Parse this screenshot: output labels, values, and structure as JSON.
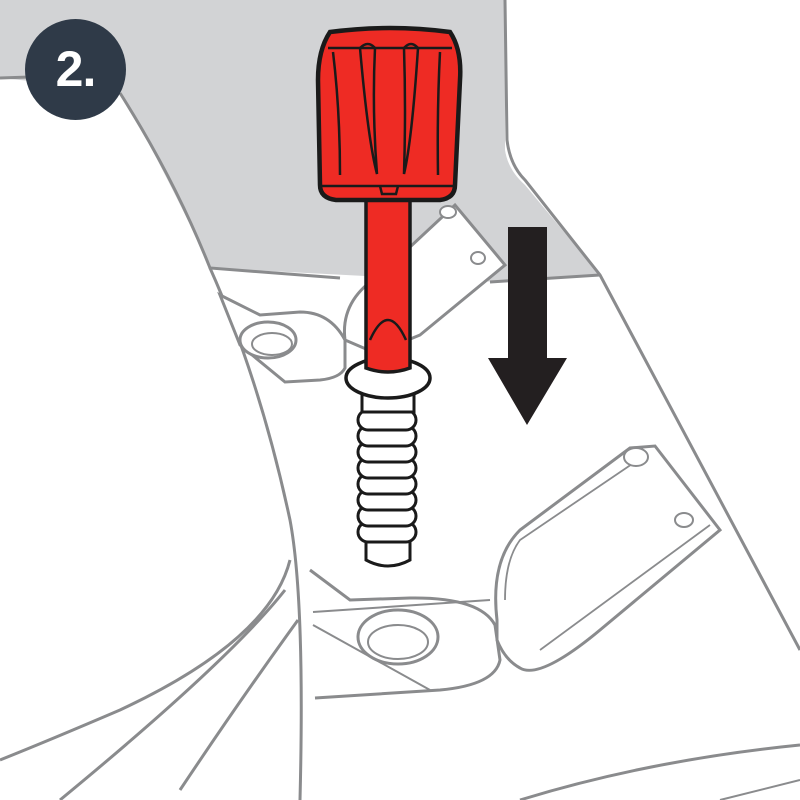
{
  "illustration": {
    "step_number": "2.",
    "subject": "red-knob-screw-inserted-into-bracket",
    "direction": "down"
  },
  "colors": {
    "background_gray": "#d2d3d5",
    "line_gray": "#8a8b8d",
    "badge": "#2f3a48",
    "knob_red": "#ee2b24",
    "outline_black": "#1a1a1a",
    "arrow": "#231f20"
  }
}
